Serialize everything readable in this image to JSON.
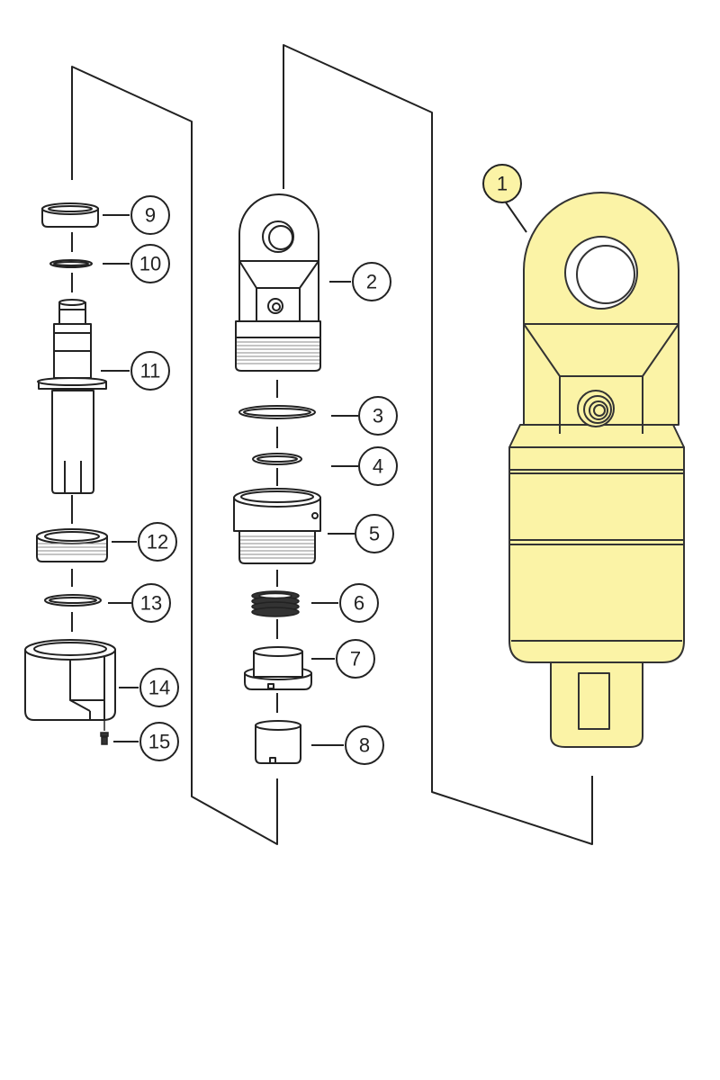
{
  "diagram": {
    "colors": {
      "line": "#222222",
      "part_fill": "#ffffff",
      "highlight_fill": "#fbf3a6",
      "highlight_stroke": "#333333",
      "thread": "#9a9a9a"
    },
    "callouts": [
      {
        "id": "1",
        "label": "1",
        "highlighted": true
      },
      {
        "id": "2",
        "label": "2"
      },
      {
        "id": "3",
        "label": "3"
      },
      {
        "id": "4",
        "label": "4"
      },
      {
        "id": "5",
        "label": "5"
      },
      {
        "id": "6",
        "label": "6"
      },
      {
        "id": "7",
        "label": "7"
      },
      {
        "id": "8",
        "label": "8"
      },
      {
        "id": "9",
        "label": "9"
      },
      {
        "id": "10",
        "label": "10"
      },
      {
        "id": "11",
        "label": "11"
      },
      {
        "id": "12",
        "label": "12"
      },
      {
        "id": "13",
        "label": "13"
      },
      {
        "id": "14",
        "label": "14"
      },
      {
        "id": "15",
        "label": "15"
      }
    ]
  }
}
